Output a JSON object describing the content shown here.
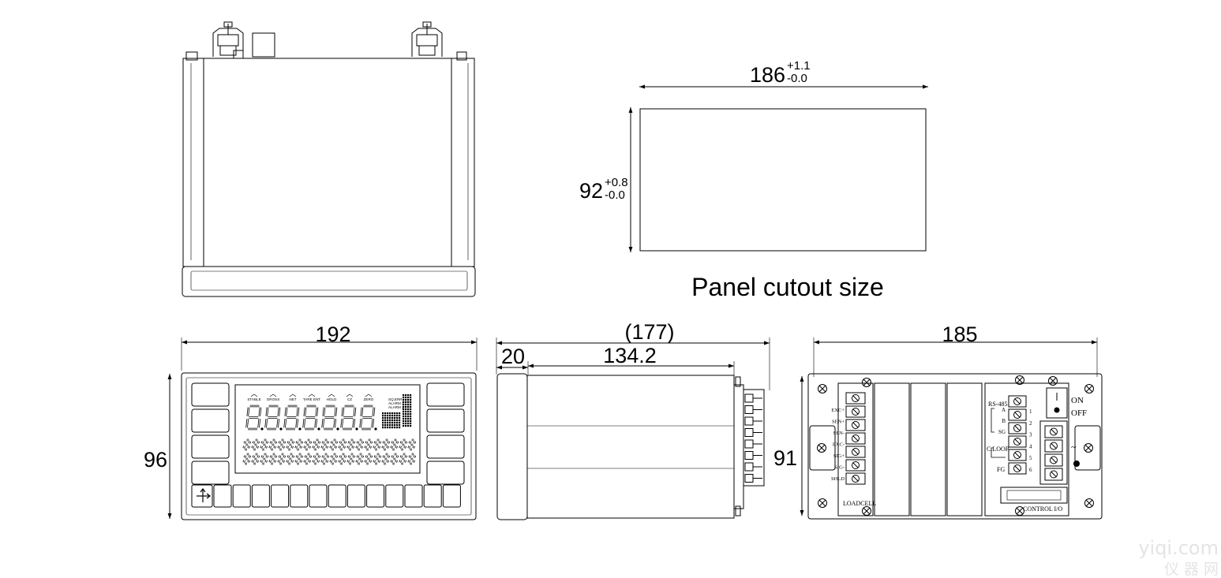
{
  "top_view": {},
  "panel_cutout": {
    "width": "186",
    "width_tol_plus": "+1.1",
    "width_tol_minus": "-0.0",
    "height": "92",
    "height_tol_plus": "+0.8",
    "height_tol_minus": "-0.0",
    "caption": "Panel cutout size"
  },
  "front_view": {
    "width": "192",
    "height": "96",
    "lcd_labels": [
      "STABLE",
      "GROSS",
      "NET",
      "TARE ENT",
      "HOLD",
      "CZ",
      "ZERO",
      "SQ.ERR",
      "ALARM 1",
      "ALARM 2"
    ]
  },
  "side_view": {
    "overall": "(177)",
    "front": "20",
    "body": "134.2"
  },
  "rear_view": {
    "width": "185",
    "height": "91",
    "loadcell_terminals": [
      "EXC+",
      "SEN+",
      "SEN-",
      "EXC-",
      "SIG+",
      "SIG-",
      "SHLD"
    ],
    "loadcell_label": "LOADCELL",
    "rs485_label": "RS-485",
    "rs485_terminals": [
      "A",
      "B",
      "SG"
    ],
    "loop_label": "C.LOOP",
    "fg_label": "FG",
    "terminal_numbers": [
      "1",
      "2",
      "3",
      "4",
      "5",
      "6"
    ],
    "on_label": "ON",
    "off_label": "OFF",
    "power_symbol": "~",
    "control_label": "CONTROL I/O"
  },
  "watermark": {
    "line1": "yiqi.com",
    "line2": "仪 器 网"
  }
}
